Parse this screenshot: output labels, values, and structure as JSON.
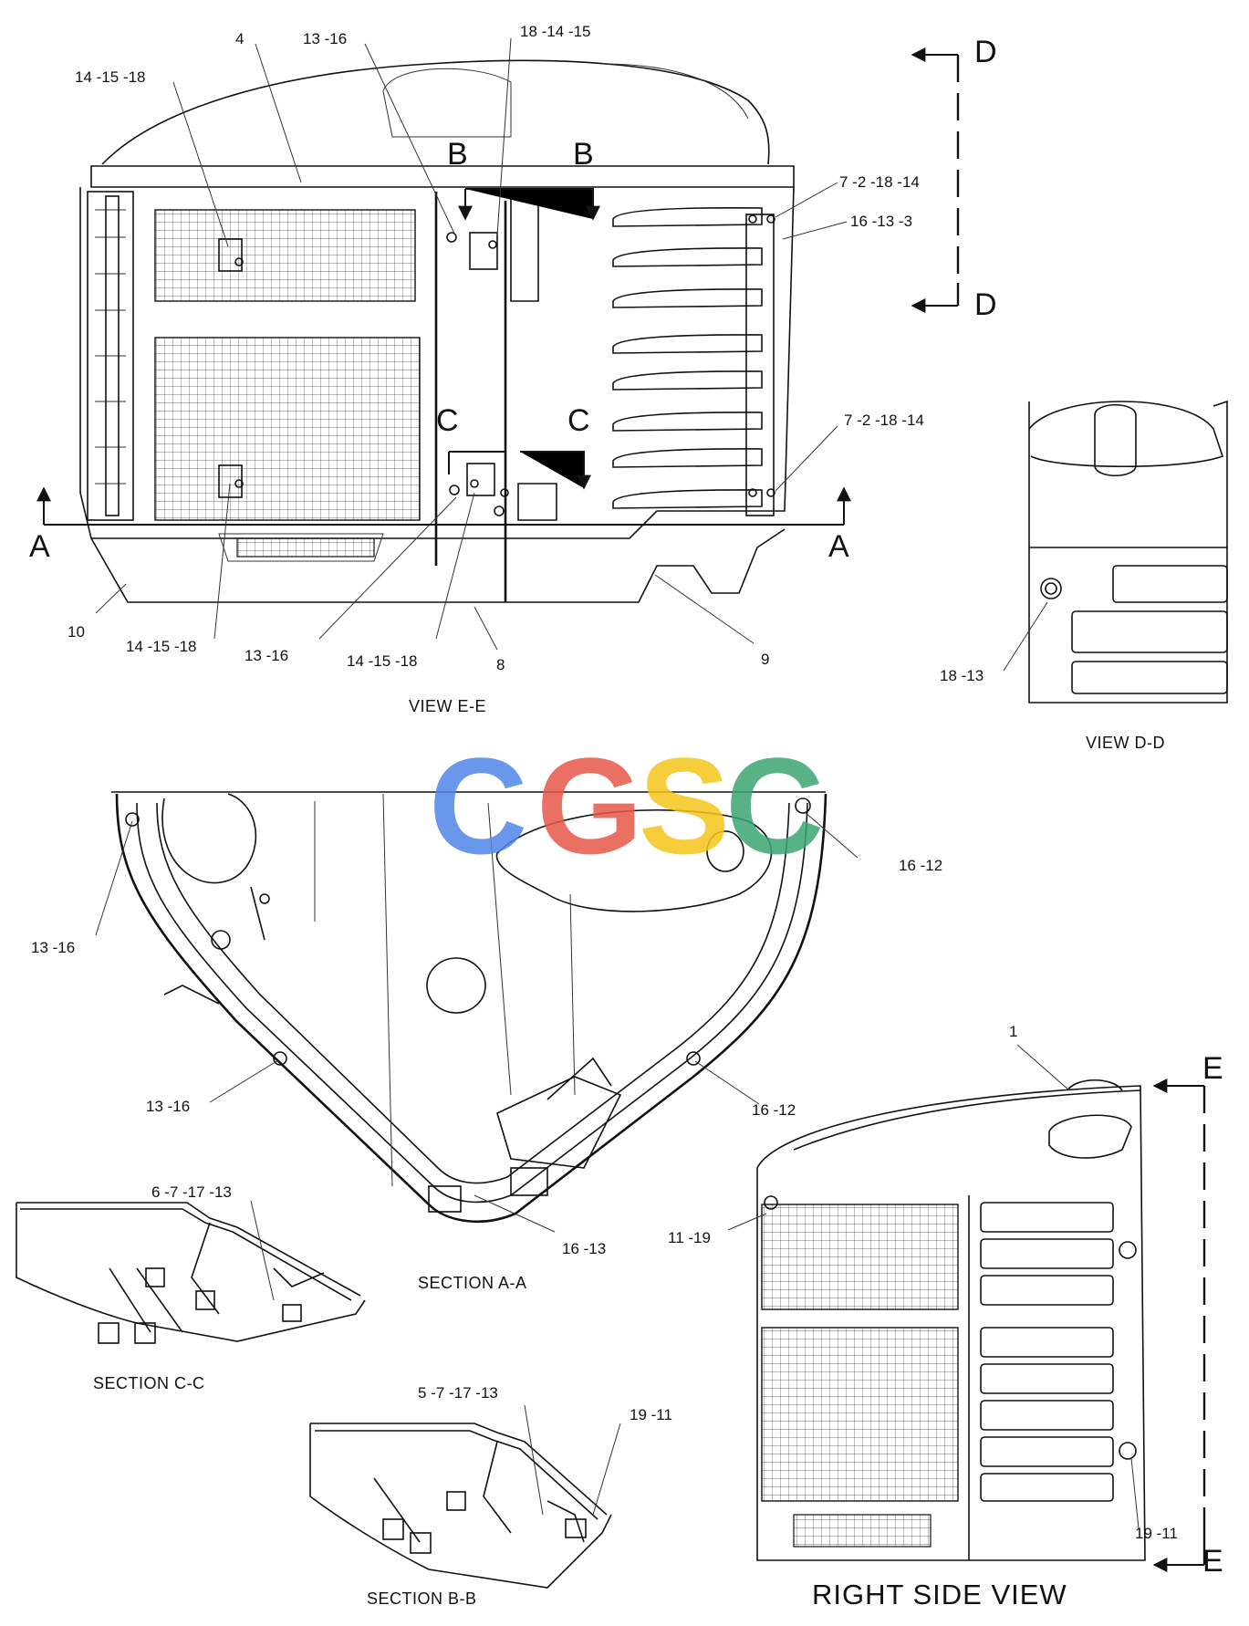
{
  "views": {
    "view_e": "VIEW E-E",
    "view_d": "VIEW D-D",
    "section_a": "SECTION A-A",
    "section_c": "SECTION C-C",
    "section_b": "SECTION B-B",
    "right_side": "RIGHT SIDE VIEW"
  },
  "section_markers": {
    "a": "A",
    "b": "B",
    "c": "C",
    "d": "D",
    "e": "E"
  },
  "callouts": {
    "c_4": "4",
    "c_13_16_top": "13 -16",
    "c_18_14_15": "18 -14 -15",
    "c_14_15_18_top": "14 -15 -18",
    "c_7_2_18_14_top": "7 -2 -18 -14",
    "c_16_13_3": "16 -13 -3",
    "c_7_2_18_14_bot": "7 -2 -18 -14",
    "c_10": "10",
    "c_14_15_18_left": "14 -15 -18",
    "c_13_16_mid": "13 -16",
    "c_14_15_18_mid": "14 -15 -18",
    "c_8": "8",
    "c_9": "9",
    "c_18_13": "18 -13",
    "c_16_12_top": "16 -12",
    "c_13_16_sa_left": "13 -16",
    "c_13_16_sa_low": "13 -16",
    "c_16_12_sa": "16 -12",
    "c_16_13_sa": "16 -13",
    "c_6_7_17_13": "6 -7 -17 -13",
    "c_5_7_17_13": "5 -7 -17 -13",
    "c_19_11_top": "19 -11",
    "c_1": "1",
    "c_11_19": "11 -19",
    "c_19_11_right": "19 -11"
  },
  "watermark": {
    "letters": [
      "C",
      "G",
      "S",
      "C"
    ],
    "colors": [
      "#4f86e8",
      "#e8584a",
      "#f5c518",
      "#3aa570"
    ]
  }
}
